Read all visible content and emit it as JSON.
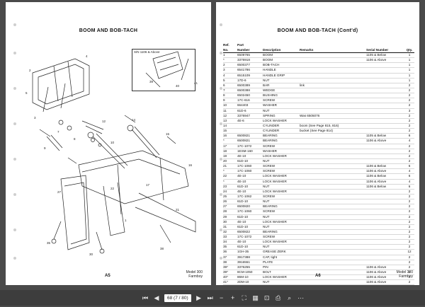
{
  "left_page": {
    "title": "BOOM  AND  BOB-TACH",
    "inset_label": "S/N 1106 & Above",
    "folio": "A5",
    "model_line1": "Model 300",
    "model_line2": "Farmboy"
  },
  "right_page": {
    "title": "BOOM AND BOB-TACH (Cont'd)",
    "folio": "A6",
    "model_line1": "Model 300",
    "model_line2": "Farmboy",
    "table": {
      "header_top": {
        "ref": "Ref.",
        "part": "Part"
      },
      "header": {
        "ref": "No.",
        "part": "Number",
        "desc": "Description",
        "remarks": "Remarks",
        "serial": "Serial Number",
        "qty": "Qty."
      },
      "rows": [
        [
          "1",
          "6509765",
          "BOOM",
          "",
          "1105 & Below",
          "1"
        ],
        [
          "*",
          "3376918",
          "BOOM",
          "",
          "1106 & Above",
          "1"
        ],
        [
          "2",
          "6500377",
          "BOB-TACH",
          "",
          "",
          "1"
        ],
        [
          "3",
          "6541786",
          "HANDLE",
          "",
          "",
          "1"
        ],
        [
          "4",
          "6515109",
          "HANDLE GRIP",
          "",
          "",
          "1"
        ],
        [
          "5",
          "17D-6",
          "NUT",
          "",
          "",
          "1"
        ],
        [
          "6",
          "6500389",
          "BAR",
          "link",
          "",
          "2"
        ],
        [
          "7",
          "6500388",
          "WEDGE",
          "",
          "",
          "2"
        ],
        [
          "8",
          "6502450",
          "BUSHING",
          "",
          "",
          "2"
        ],
        [
          "9",
          "17C-616",
          "SCREW",
          "",
          "",
          "2"
        ],
        [
          "10",
          "664403",
          "WASHER",
          "",
          "",
          "2"
        ],
        [
          "11",
          "61D-6",
          "NUT",
          "",
          "",
          "3"
        ],
        [
          "12",
          "3376947",
          "SPRING",
          "Was 6505076",
          "",
          "2"
        ],
        [
          "13",
          "4E-6",
          "LOCK WASHER",
          "",
          "",
          "2"
        ],
        [
          "14",
          "",
          "CYLINDER",
          "boom (See Page 815, 816)",
          "",
          "2"
        ],
        [
          "15",
          "",
          "CYLINDER",
          "bucket (See Page 814)",
          "",
          "2"
        ],
        [
          "16",
          "6500821",
          "BEARING",
          "",
          "1105 & Below",
          "6"
        ],
        [
          "*",
          "6500821",
          "BEARING",
          "",
          "1106 & Above",
          "4"
        ],
        [
          "17",
          "17C-1072",
          "SCREW",
          "",
          "",
          "2"
        ],
        [
          "18",
          "1ESM-160",
          "WASHER",
          "",
          "",
          "2"
        ],
        [
          "19",
          "4E-10",
          "LOCK WASHER",
          "",
          "",
          "2"
        ],
        [
          "20",
          "61D-10",
          "NUT",
          "",
          "",
          "2"
        ],
        [
          "21",
          "17C-1060",
          "SCREW",
          "",
          "1106 & Below",
          "6"
        ],
        [
          "*",
          "17C-1060",
          "SCREW",
          "",
          "1106 & Above",
          "4"
        ],
        [
          "22",
          "4E-10",
          "LOCK WASHER",
          "",
          "1106 & Below",
          "6"
        ],
        [
          "*",
          "4E-10",
          "LOCK WASHER",
          "",
          "1106 & Above",
          "4"
        ],
        [
          "23",
          "61D-10",
          "NUT",
          "",
          "1106 & Below",
          "6"
        ],
        [
          "24",
          "4E-10",
          "LOCK WASHER",
          "",
          "",
          "2"
        ],
        [
          "25",
          "17C-1062",
          "SCREW",
          "",
          "",
          "2"
        ],
        [
          "26",
          "61D-10",
          "NUT",
          "",
          "",
          "2"
        ],
        [
          "27",
          "6500820",
          "BEARING",
          "",
          "",
          "2"
        ],
        [
          "28",
          "17C-1060",
          "SCREW",
          "",
          "",
          "2"
        ],
        [
          "29",
          "61D-10",
          "NUT",
          "",
          "",
          "2"
        ],
        [
          "30",
          "4E-10",
          "LOCK WASHER",
          "",
          "",
          "2"
        ],
        [
          "31",
          "61D-10",
          "NUT",
          "",
          "",
          "2"
        ],
        [
          "32",
          "6500822",
          "BEARING",
          "",
          "",
          "2"
        ],
        [
          "33",
          "17C-1072",
          "SCREW",
          "",
          "",
          "2"
        ],
        [
          "34",
          "4E-10",
          "LOCK WASHER",
          "",
          "",
          "2"
        ],
        [
          "35",
          "61D-10",
          "NUT",
          "",
          "",
          "2"
        ],
        [
          "36",
          "1GH-35",
          "GREASE ZERK",
          "",
          "",
          "12"
        ],
        [
          "37",
          "3917388",
          "CAP, tight",
          "",
          "",
          "2"
        ],
        [
          "38",
          "3916551",
          "PLATE",
          "",
          "",
          "2"
        ],
        [
          "39*",
          "3376255",
          "PIN",
          "",
          "1106 & Above",
          "2"
        ],
        [
          "39*",
          "8CM-1050",
          "BOLT",
          "",
          "1106 & Above",
          "2"
        ],
        [
          "40*",
          "86M-10",
          "LOCK WASHER",
          "",
          "1106 & Above",
          "2"
        ],
        [
          "41*",
          "2DM-10",
          "NUT",
          "",
          "1106 & Above",
          "2"
        ]
      ]
    }
  },
  "nav": {
    "page_field": "68 (7 / 80)"
  },
  "colors": {
    "background": "#4a4a4a",
    "toolbar": "#3d3d3d",
    "page": "#ffffff"
  }
}
